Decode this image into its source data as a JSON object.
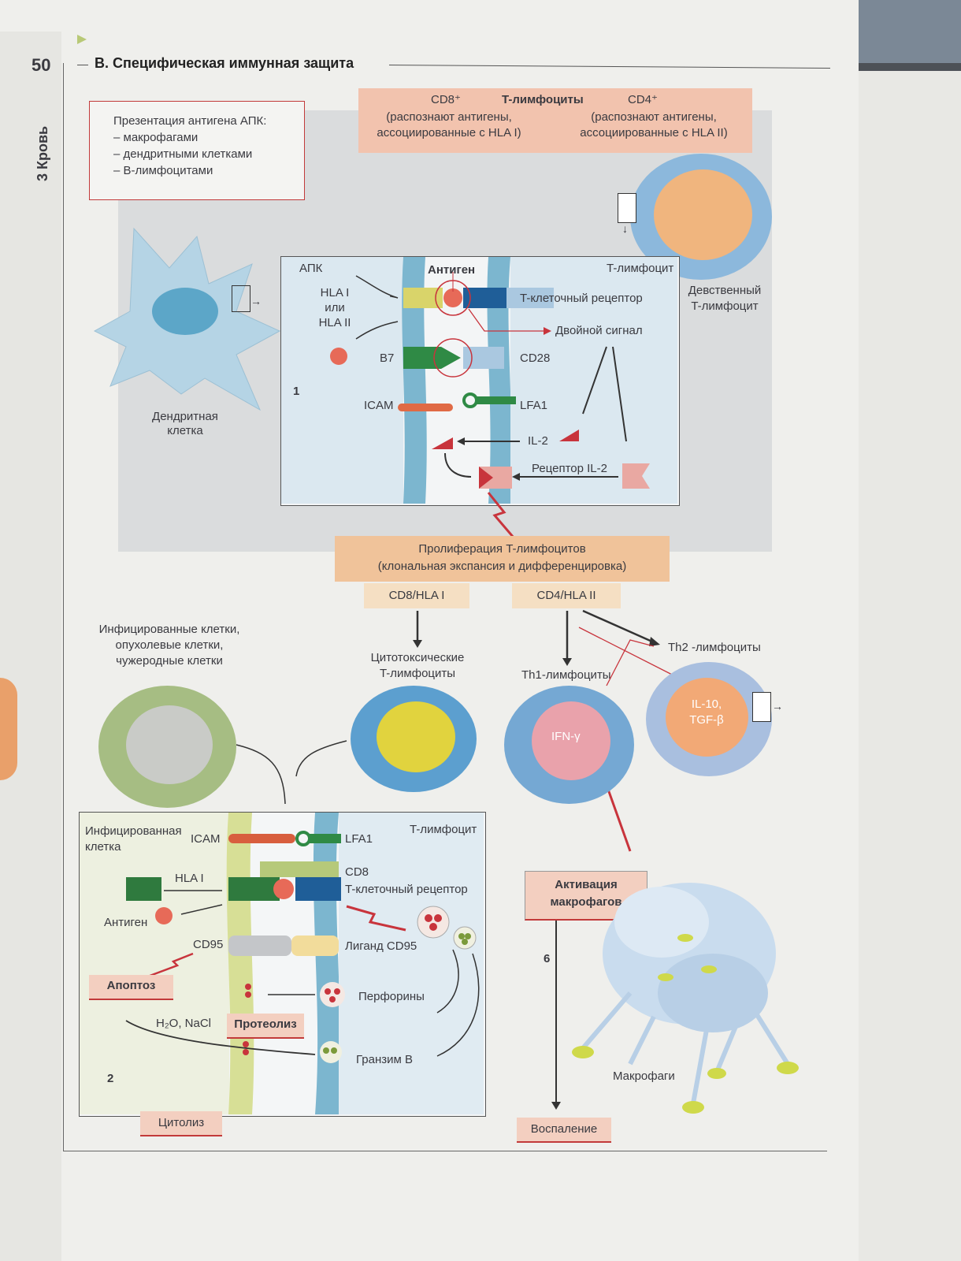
{
  "page": {
    "number": "50",
    "chapter": "3 Кровь",
    "section_title": "B. Специфическая иммунная защита"
  },
  "apc_box": {
    "title": "Презентация антигена АПК:",
    "items": [
      "– макрофагами",
      "– дендритными клетками",
      "– B-лимфоцитами"
    ]
  },
  "tcell_header": {
    "title": "T-лимфоциты",
    "cd8": "CD8⁺",
    "cd8_desc": [
      "(распознают антигены,",
      "ассоциированные с HLA I)"
    ],
    "cd4": "CD4⁺",
    "cd4_desc": [
      "(распознают антигены,",
      "ассоциированные с HLA II)"
    ]
  },
  "cells": {
    "dendritic": "Дендритная клетка",
    "naive": [
      "Девственный",
      "T-лимфоцит"
    ],
    "infected_header": [
      "Инфицированные клетки,",
      "опухолевые клетки,",
      "чужеродные клетки"
    ],
    "cytotoxic": [
      "Цитотоксические",
      "T-лимфоциты"
    ],
    "th1": "Th1-лимфоциты",
    "th2": "Th2 -лимфоциты",
    "il10": [
      "IL-10,",
      "TGF-β"
    ],
    "ifn": "IFN-γ",
    "macrophages": "Макрофаги"
  },
  "panel1": {
    "number": "1",
    "apc": "АПК",
    "tcell": "T-лимфоцит",
    "antigen": "Антиген",
    "hla": [
      "HLA I",
      "или",
      "HLA II"
    ],
    "tcr": "T-клеточный рецептор",
    "double_signal": "Двойной сигнал",
    "b7": "B7",
    "cd28": "CD28",
    "icam": "ICAM",
    "lfa1": "LFA1",
    "il2": "IL-2",
    "il2_receptor": "Рецептор IL-2"
  },
  "proliferation": [
    "Пролиферация T-лимфоцитов",
    "(клональная экспансия и дифференцировка)"
  ],
  "cd8_hla": "CD8/HLA I",
  "cd4_hla": "CD4/HLA II",
  "panel2": {
    "number": "2",
    "infected": [
      "Инфицированная",
      "клетка"
    ],
    "tcell": "T-лимфоцит",
    "icam": "ICAM",
    "lfa1": "LFA1",
    "hla1": "HLA I",
    "cd8": "CD8",
    "tcr": "T-клеточный рецептор",
    "antigen": "Антиген",
    "cd95": "CD95",
    "cd95_ligand": "Лиганд CD95",
    "apoptosis": "Апоптоз",
    "h2o": "H₂O, NaCl",
    "proteolysis": "Протеолиз",
    "perforins": "Перфорины",
    "granzyme": "Гранзим B",
    "cytolysis": "Цитолиз"
  },
  "macro": {
    "number": "6",
    "activation": [
      "Активация",
      "макрофагов"
    ],
    "inflammation": "Воспаление"
  },
  "colors": {
    "accent_red": "#c8343c",
    "orange_tag": "#f0c39a",
    "pink_tag": "#f3cfc0",
    "hla_yellow": "#d9d46a",
    "tcr_blue": "#1f5e98",
    "b7_green": "#2f8a45"
  }
}
